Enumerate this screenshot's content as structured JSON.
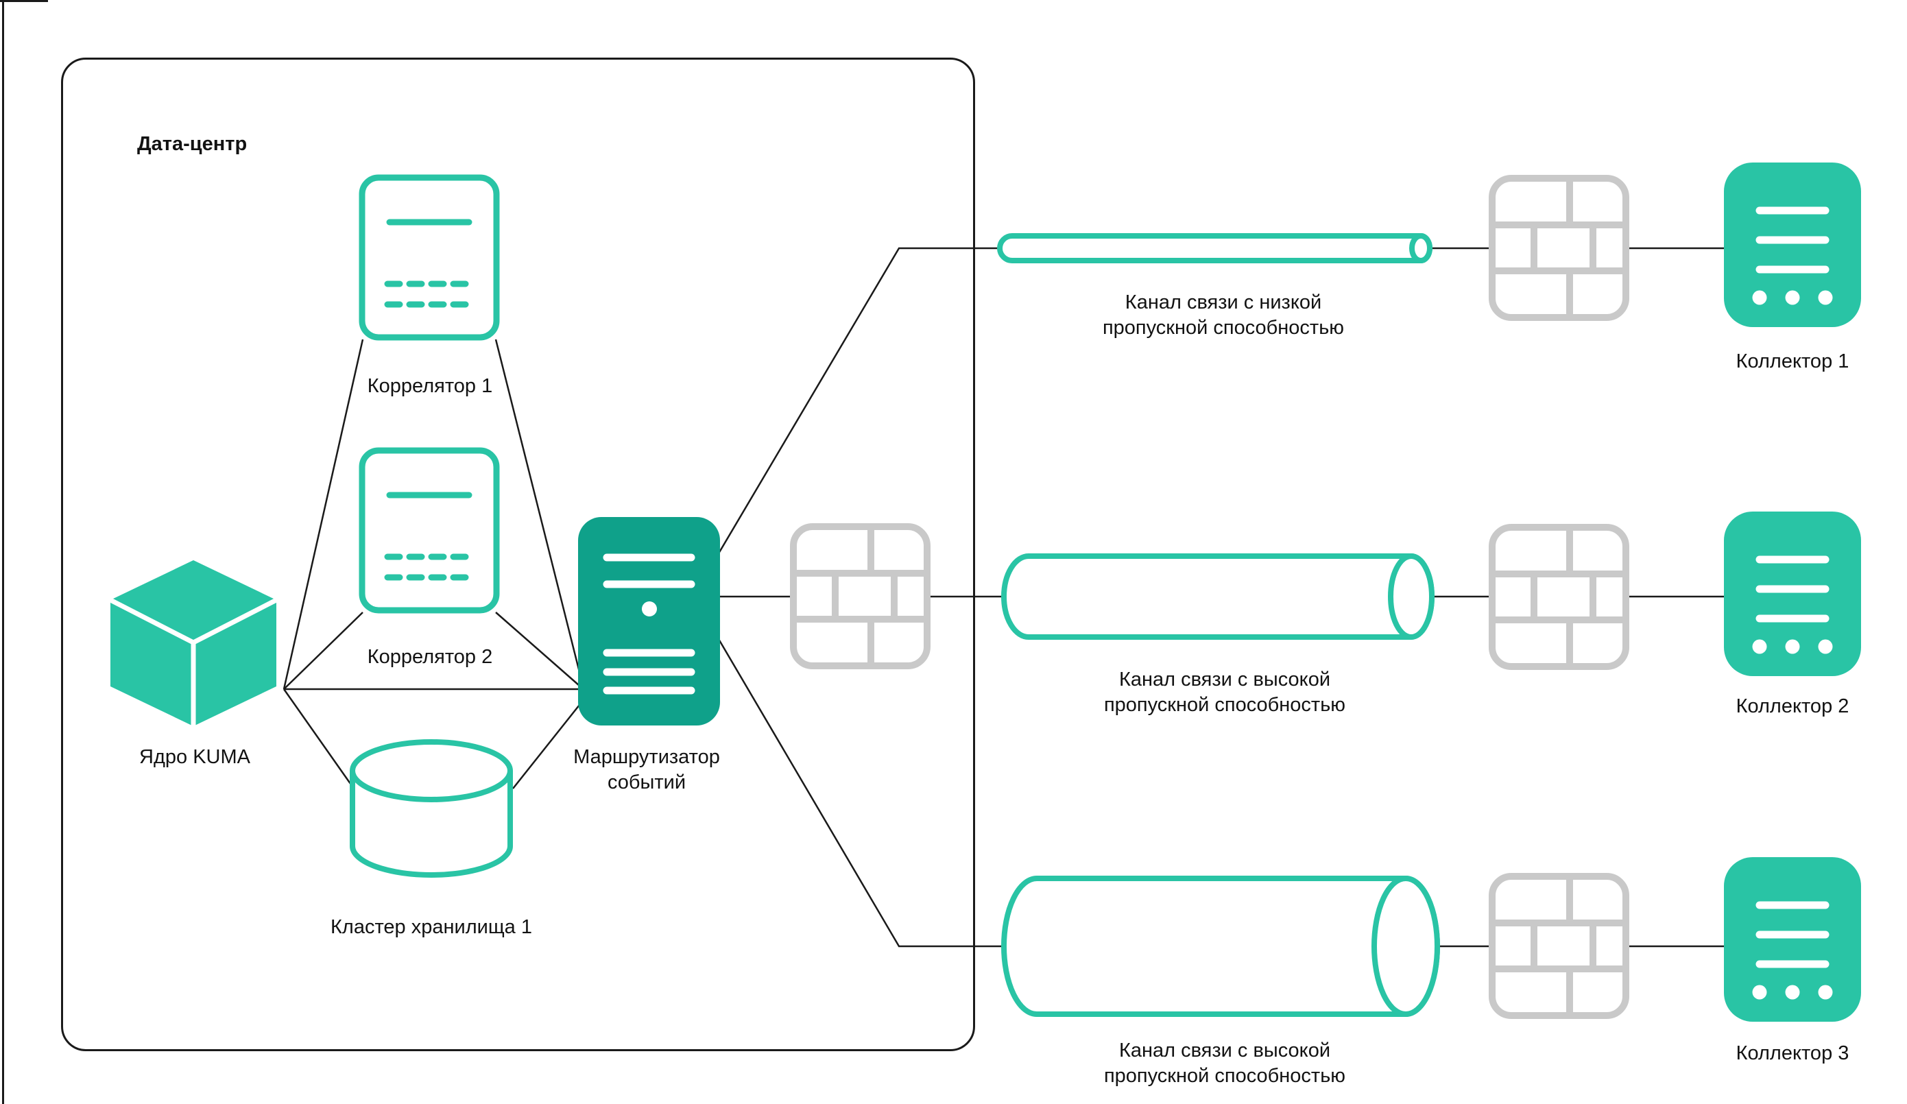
{
  "colors": {
    "accent": "#29C4A5",
    "accent_dark": "#0FA18A",
    "firewall_gray": "#C9C9C9",
    "line": "#1A1A1A",
    "text": "#121212",
    "background": "#FFFFFF"
  },
  "datacenter": {
    "label": "Дата-центр"
  },
  "nodes": {
    "kuma_core": {
      "label": "Ядро KUMA",
      "icon": "cube-icon"
    },
    "correlator1": {
      "label": "Коррелятор 1",
      "icon": "server-card-icon"
    },
    "correlator2": {
      "label": "Коррелятор 2",
      "icon": "server-card-icon"
    },
    "storage_cluster1": {
      "label": "Кластер хранилища 1",
      "icon": "database-icon"
    },
    "event_router": {
      "line1": "Маршрутизатор",
      "line2": "событий",
      "icon": "server-icon"
    },
    "collector1": {
      "label": "Коллектор 1",
      "icon": "collector-icon"
    },
    "collector2": {
      "label": "Коллектор 2",
      "icon": "collector-icon"
    },
    "collector3": {
      "label": "Коллектор 3",
      "icon": "collector-icon"
    }
  },
  "channels": {
    "low_bandwidth": {
      "line1": "Канал связи с низкой",
      "line2": "пропускной способностью",
      "icon": "thin-pipe-icon"
    },
    "high_bandwidth_1": {
      "line1": "Канал связи с высокой",
      "line2": "пропускной способностью",
      "icon": "wide-pipe-icon"
    },
    "high_bandwidth_2": {
      "line1": "Канал связи с высокой",
      "line2": "пропускной способностью",
      "icon": "wide-pipe-icon"
    }
  },
  "firewalls": {
    "count": 4,
    "icon": "firewall-icon"
  }
}
